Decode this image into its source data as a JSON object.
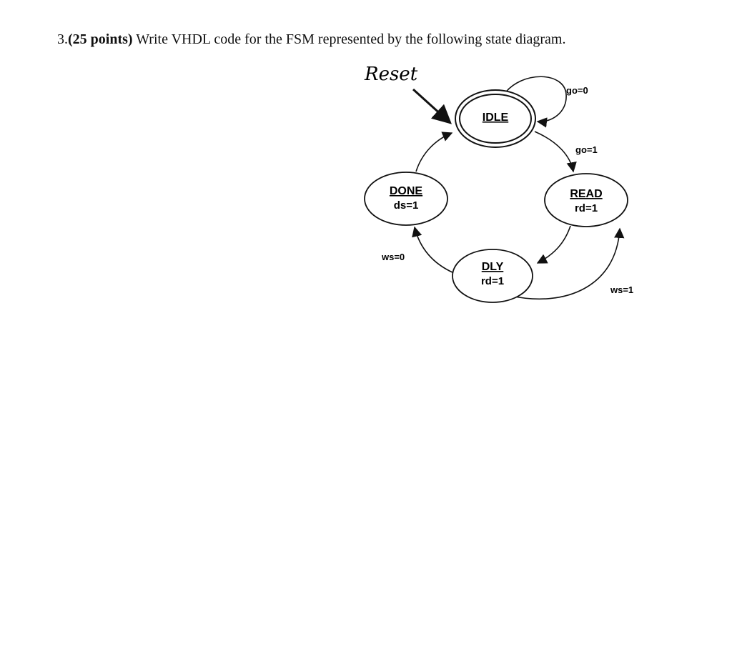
{
  "question": {
    "number": "3.",
    "points": "(25 points)",
    "text": " Write VHDL code for the FSM represented by the following state diagram."
  },
  "diagram": {
    "reset_label": "Reset",
    "states": {
      "idle": {
        "name": "IDLE",
        "output": ""
      },
      "read": {
        "name": "READ",
        "output": "rd=1"
      },
      "dly": {
        "name": "DLY",
        "output": "rd=1"
      },
      "done": {
        "name": "DONE",
        "output": "ds=1"
      }
    },
    "transitions": {
      "idle_self": "go=0",
      "idle_to_read": "go=1",
      "dly_to_read": "ws=1",
      "dly_to_done": "ws=0"
    }
  }
}
